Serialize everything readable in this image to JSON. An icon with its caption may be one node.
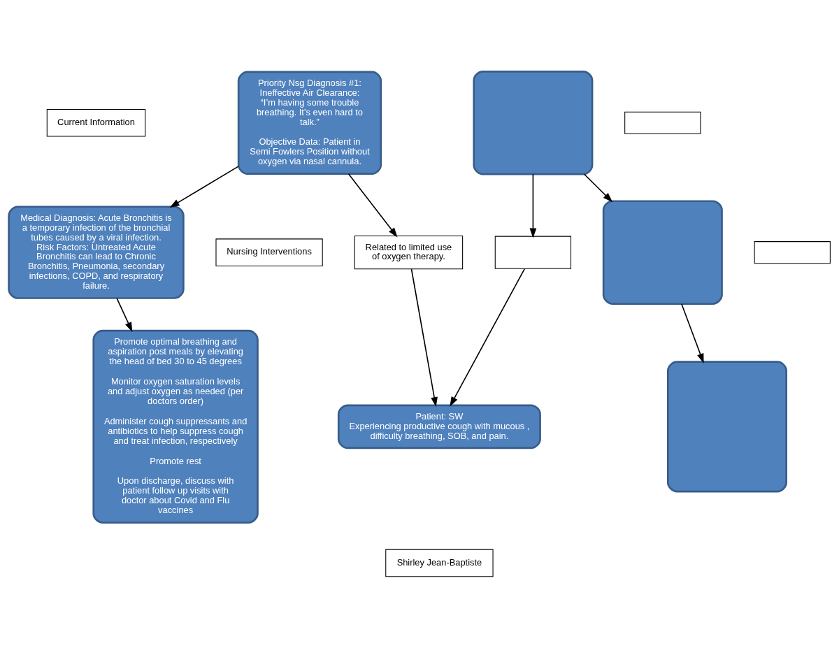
{
  "diagram": {
    "nodes": [
      {
        "text": [
          "Priority Nsg Diagnosis #1: Ineffective Air Clearance: “I’m having some trouble breathing. It’s even hard to talk.”",
          "Objective Data: Patient in Semi Fowlers Position without oxygen via nasal cannula."
        ]
      },
      {
        "text": [
          "Current Information"
        ]
      },
      {
        "text": [
          "Medical Diagnosis: Acute Bronchitis is a temporary infection of the bronchial tubes caused by a viral infection. Risk Factors: Untreated Acute Bronchitis can lead to Chronic Bronchitis, Pneumonia, secondary infections, COPD, and respiratory failure."
        ]
      },
      {
        "text": [
          "Nursing Interventions"
        ]
      },
      {
        "text": [
          "Promote optimal breathing and aspiration post meals by elevating the head of bed 30 to 45 degrees",
          "Monitor oxygen saturation levels and adjust oxygen as needed (per doctors order)",
          "Administer cough suppressants and antibiotics to help suppress cough and treat infection, respectively",
          "Promote rest",
          "Upon discharge, discuss with patient follow up visits with doctor about Covid and Flu vaccines"
        ]
      },
      {
        "text": [
          "Related to limited use of oxygen therapy."
        ]
      },
      {
        "text": [
          "Patient: SW",
          "Experiencing productive cough with mucous , difficulty breathing, SOB, and pain."
        ]
      },
      {
        "text": [],
        "shape": "box"
      },
      {
        "text": [],
        "shape": "box"
      },
      {
        "text": [],
        "shape": "box"
      },
      {
        "text": [],
        "shape": "box"
      },
      {
        "text": [],
        "shape": "box"
      },
      {
        "text": [],
        "shape": "box"
      },
      {
        "text": [
          "Shirley Jean-Baptiste"
        ]
      }
    ],
    "edges": [
      {
        "from": 0,
        "to": 2,
        "arrow": "to"
      },
      {
        "from": 2,
        "to": 4,
        "arrow": "to"
      },
      {
        "from": 0,
        "to": 5,
        "arrow": "to"
      },
      {
        "from": 5,
        "to": 6,
        "arrow": "to"
      },
      {
        "from": 7,
        "to": 8,
        "arrow": "to"
      },
      {
        "from": 8,
        "to": 6,
        "arrow": "to"
      },
      {
        "from": 7,
        "to": 10,
        "arrow": "to"
      },
      {
        "from": 10,
        "to": 12,
        "arrow": "to"
      }
    ]
  }
}
